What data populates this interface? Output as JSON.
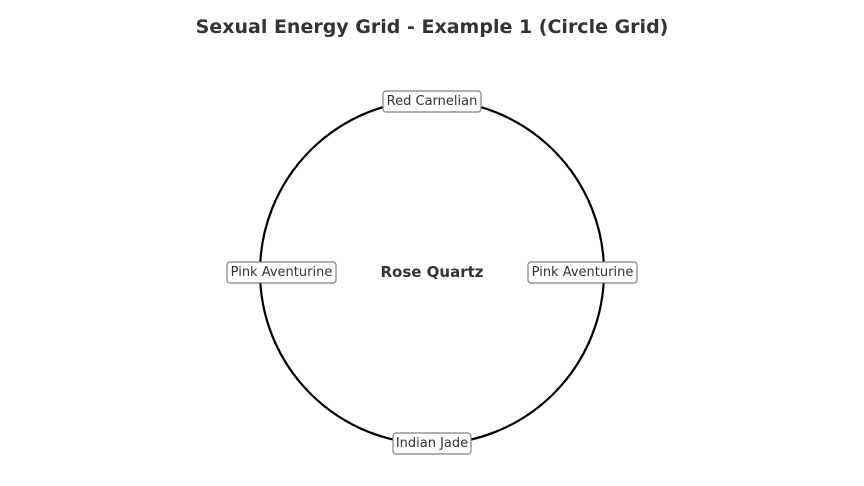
{
  "title": "Sexual Energy Grid - Example 1 (Circle Grid)",
  "center": {
    "label": "Rose Quartz"
  },
  "nodes": [
    {
      "id": "top",
      "label": "Red Carnelian"
    },
    {
      "id": "left",
      "label": "Pink Aventurine"
    },
    {
      "id": "right",
      "label": "Pink Aventurine"
    },
    {
      "id": "bottom",
      "label": "Indian Jade"
    }
  ],
  "colors": {
    "circle_stroke": "#000000",
    "box_border": "#808080",
    "text": "#333333"
  }
}
